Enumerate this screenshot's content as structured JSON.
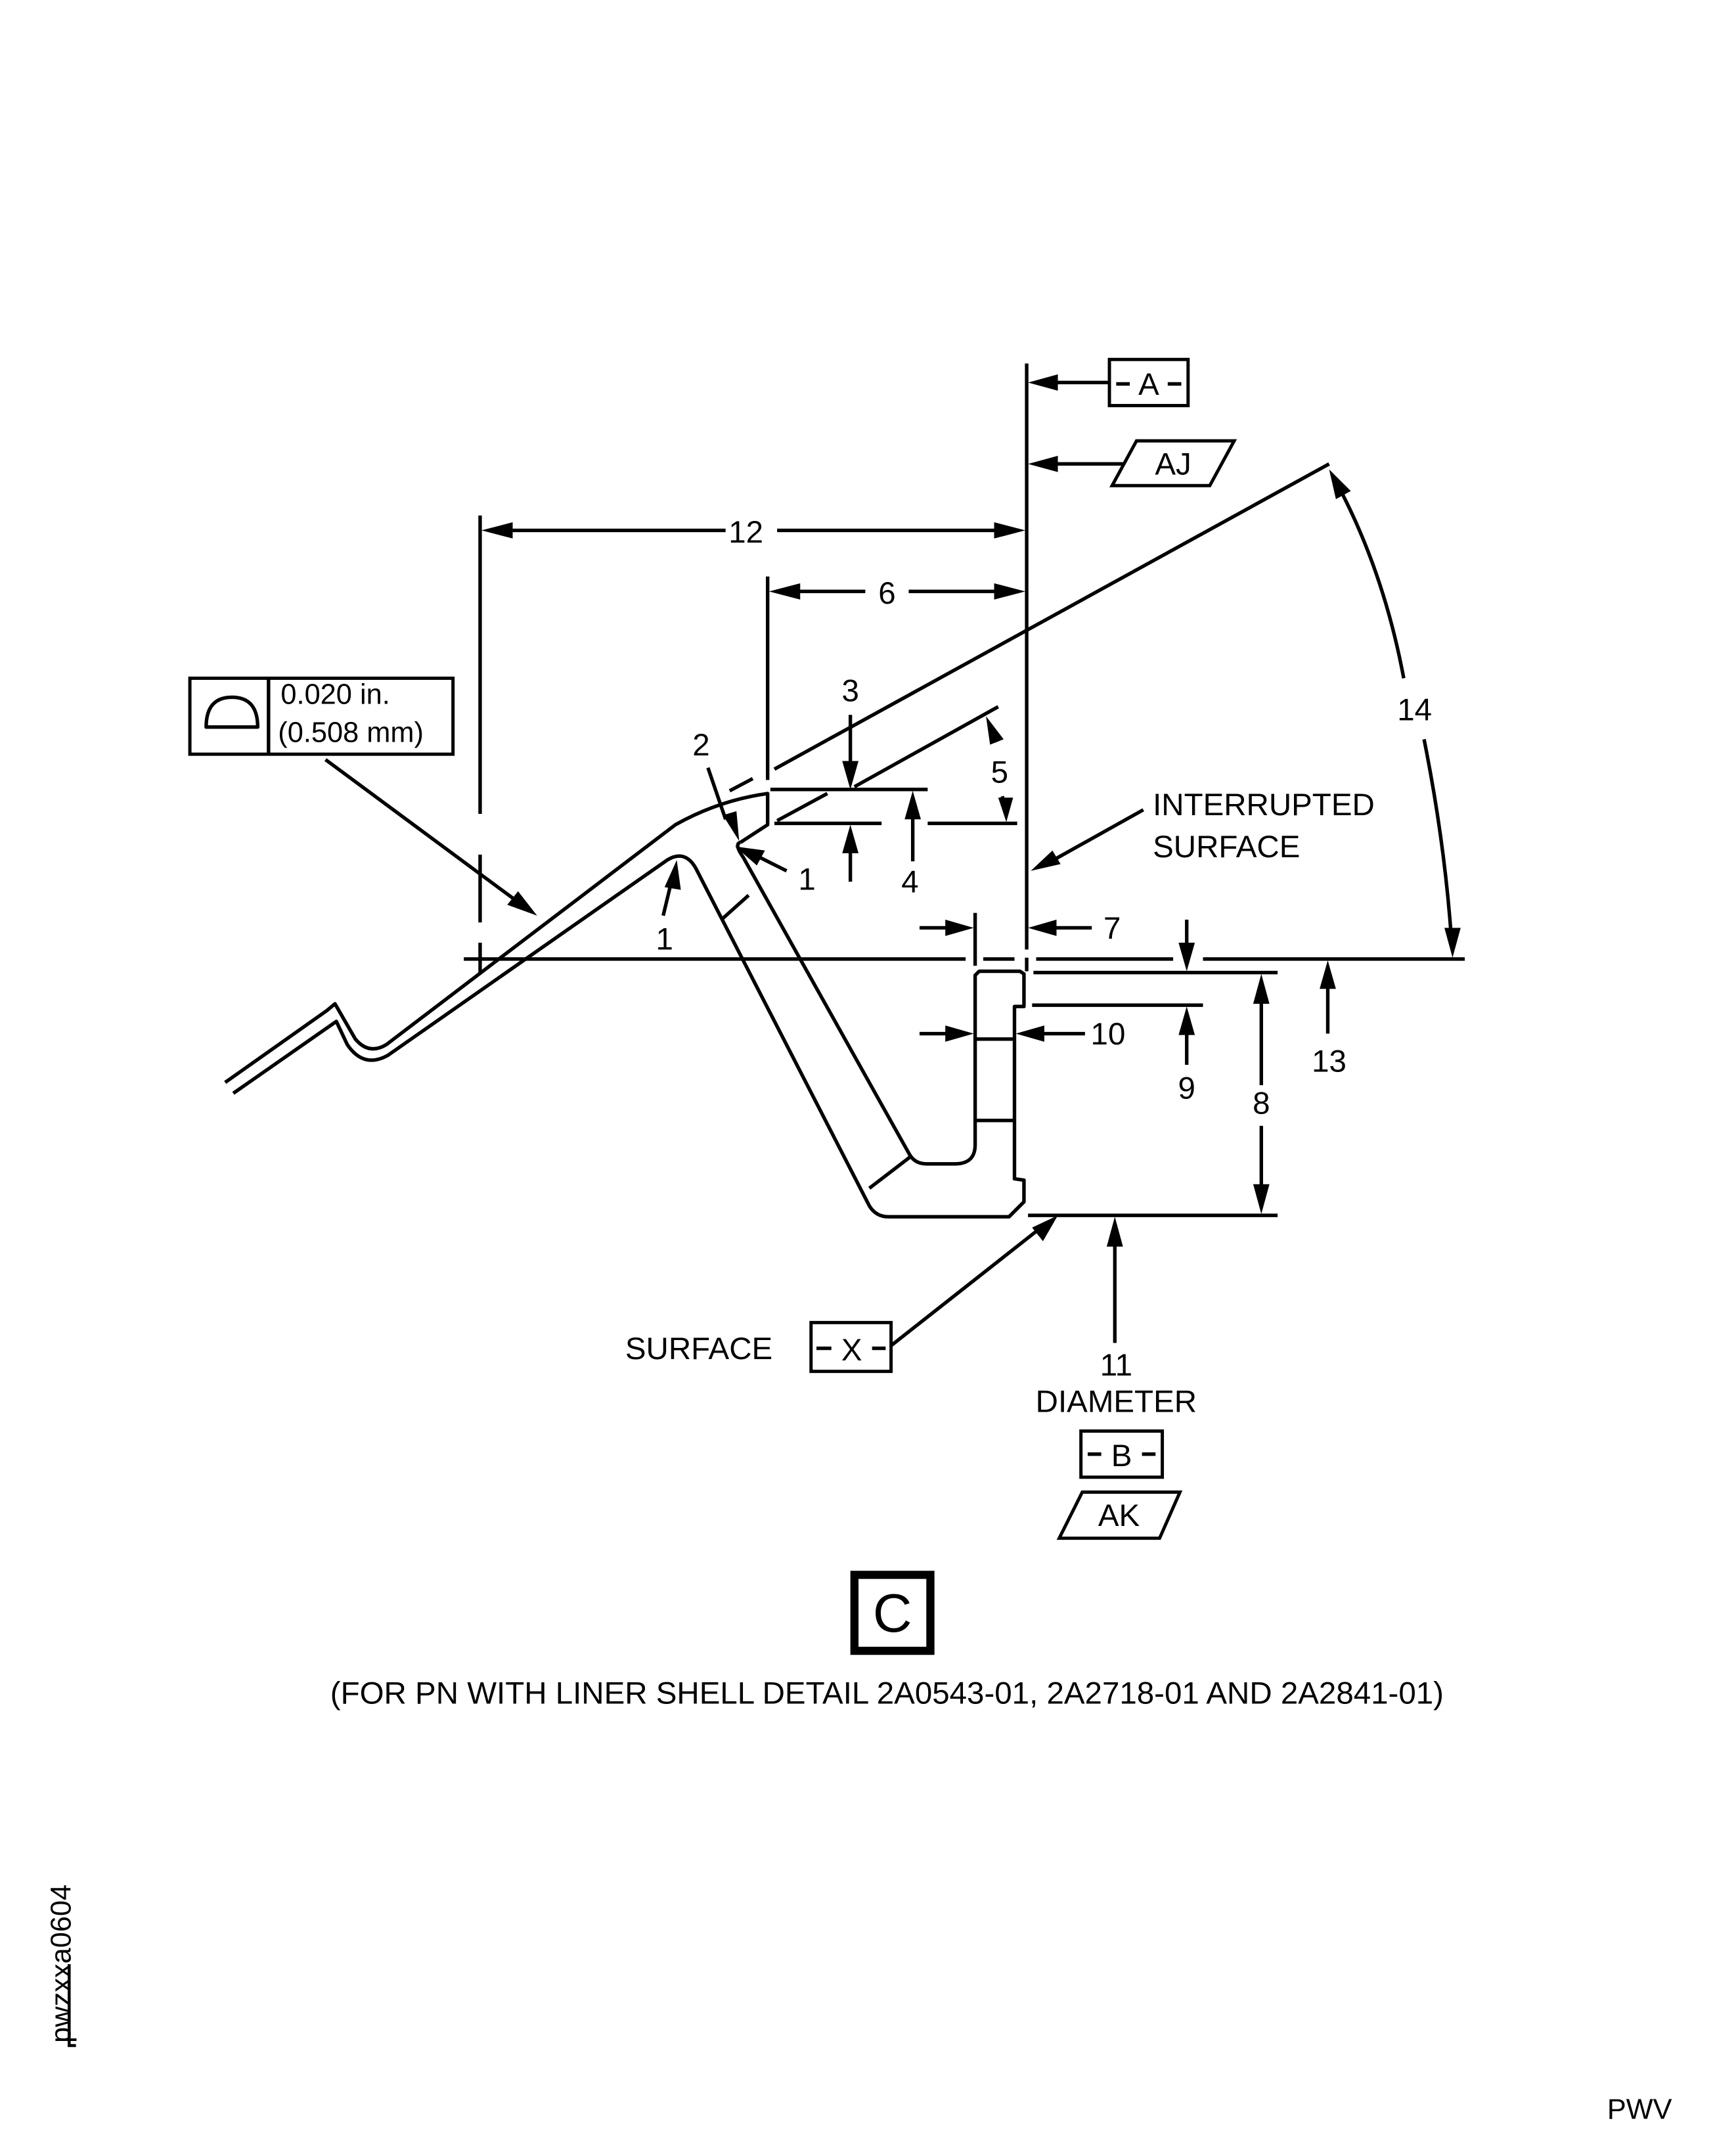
{
  "drawing": {
    "detail_letter": "C",
    "caption": "(FOR PN WITH LINER SHELL DETAIL 2A0543-01, 2A2718-01 AND 2A2841-01)",
    "figure_id": "pwzxxa0604",
    "corner_code": "PWV"
  },
  "profile_tolerance": {
    "symbol": "profile-of-a-line-icon",
    "value_in": "0.020 in.",
    "value_mm": "(0.508 mm)"
  },
  "datums": {
    "a": "A",
    "aj": "AJ",
    "b": "B",
    "ak": "AK",
    "x": "X"
  },
  "callouts": {
    "interrupted_1": "INTERRUPTED",
    "interrupted_2": "SURFACE",
    "surface": "SURFACE",
    "diameter": "DIAMETER"
  },
  "dimensions": {
    "d1a": "1",
    "d1b": "1",
    "d2": "2",
    "d3": "3",
    "d4": "4",
    "d5": "5",
    "d6": "6",
    "d7": "7",
    "d8": "8",
    "d9": "9",
    "d10": "10",
    "d11": "11",
    "d12": "12",
    "d13": "13",
    "d14": "14"
  }
}
